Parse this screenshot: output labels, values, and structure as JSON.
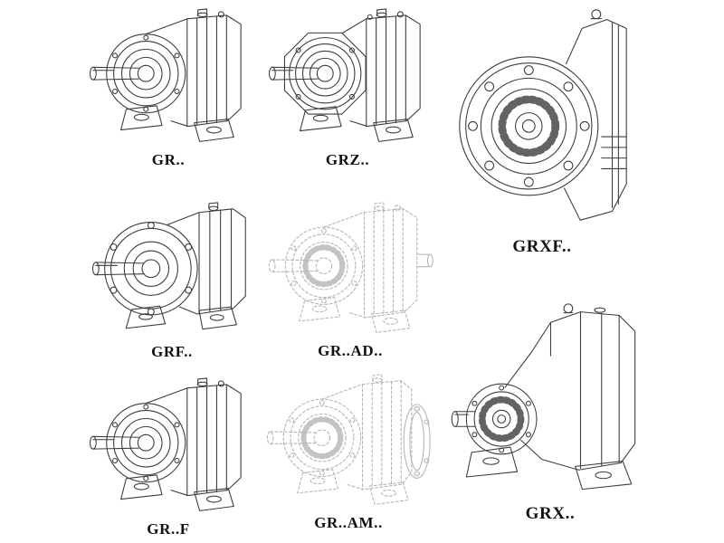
{
  "style": {
    "background": "#ffffff",
    "line_color": "#3c3c3c",
    "ghost_line_color": "#b4b4b4",
    "label_color": "#111111"
  },
  "page": {
    "description": "Catalog sheet of GR-series helical gear reducer technical line drawings"
  },
  "figures": [
    {
      "id": "gr",
      "label": "GR..",
      "drawing": "foot-mounted-helical-gearbox"
    },
    {
      "id": "grz",
      "label": "GRZ..",
      "drawing": "foot-mounted-helical-gearbox-octagonal-cap"
    },
    {
      "id": "grxf",
      "label": "GRXF..",
      "drawing": "flange-mounted-gearbox-front-view"
    },
    {
      "id": "grf",
      "label": "GRF..",
      "drawing": "flange-mounted-helical-gearbox"
    },
    {
      "id": "gr-ad",
      "label": "GR..AD..",
      "drawing": "ghost-gearbox-with-input-adapter"
    },
    {
      "id": "gr-f",
      "label": "GR..F",
      "drawing": "foot-mounted-helical-gearbox"
    },
    {
      "id": "gr-am",
      "label": "GR..AM..",
      "drawing": "ghost-gearbox-with-output-flange"
    },
    {
      "id": "grx",
      "label": "GRX..",
      "drawing": "large-foot-mounted-gearbox-three-quarter-view"
    }
  ]
}
